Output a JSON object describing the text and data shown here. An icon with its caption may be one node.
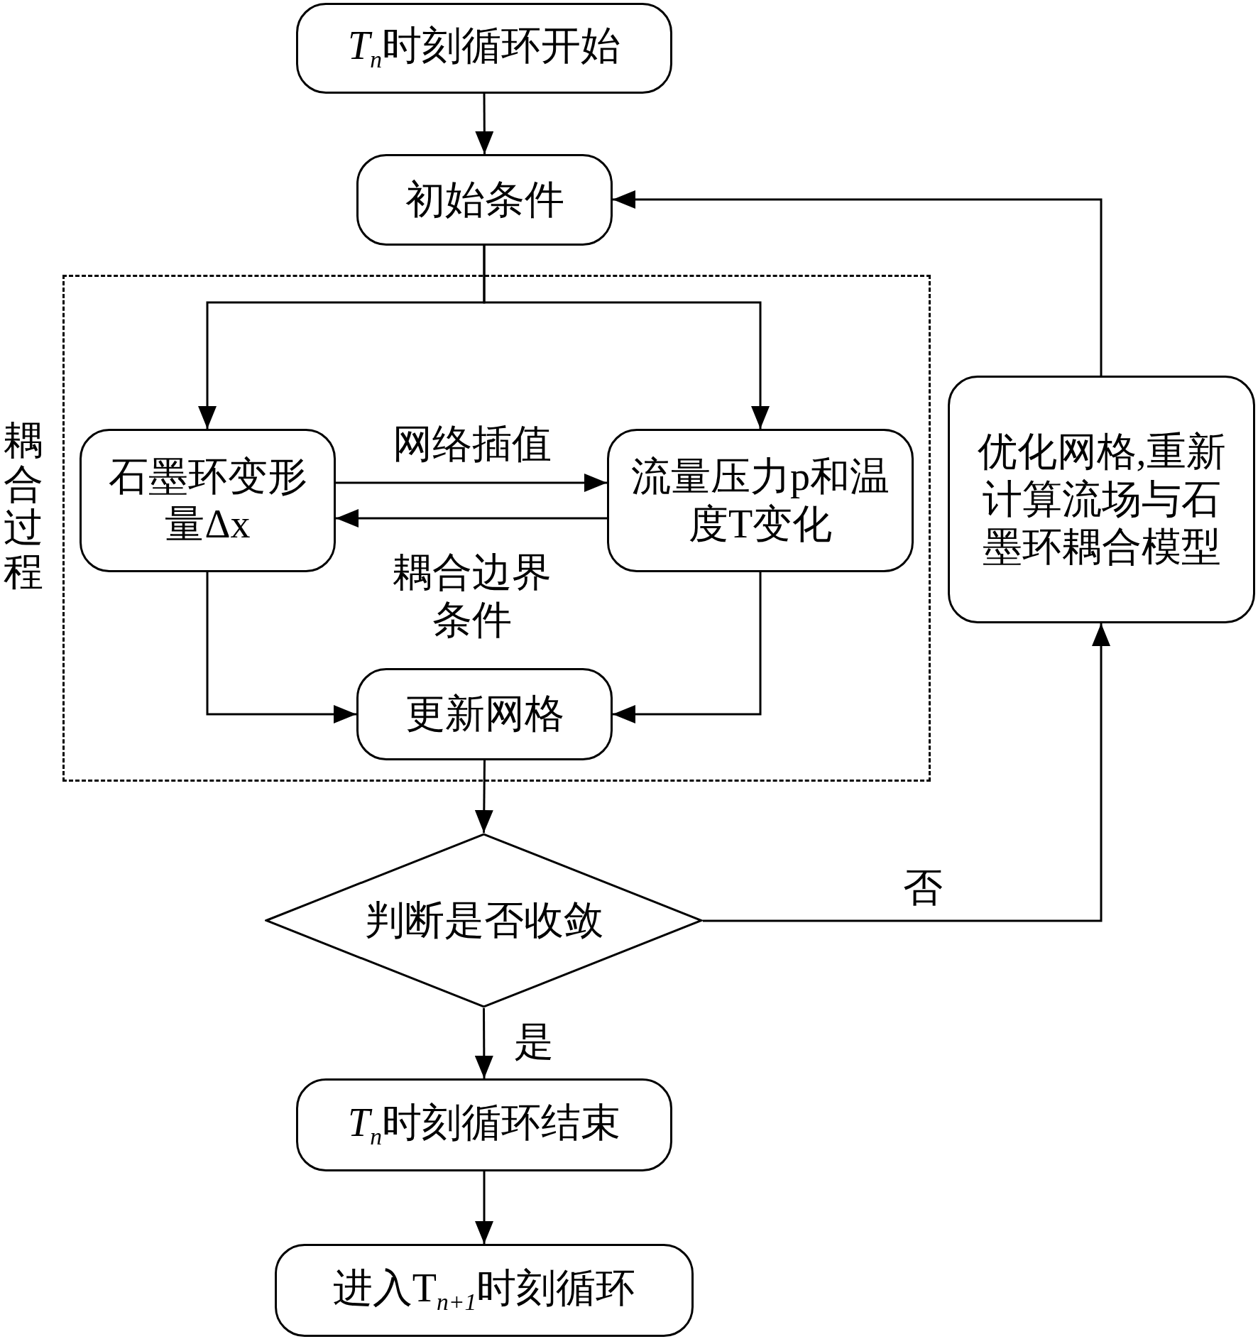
{
  "diagram": {
    "nodes": [
      {
        "text": [
          "*T*$_{n}$时刻循环开始"
        ]
      },
      {
        "text": [
          "初始条件"
        ]
      },
      {
        "text": [
          "耦合过程"
        ]
      },
      {
        "text": [
          "石墨环变形量Δx"
        ],
        "in": 2
      },
      {
        "text": [
          "流量压力p和温度T变化"
        ],
        "in": 2
      },
      {
        "text": [
          "更新网格"
        ],
        "in": 2
      },
      {
        "text": [
          "判断是否收敛"
        ]
      },
      {
        "text": [
          "优化网格,重新计算流场与石墨环耦合模型"
        ]
      },
      {
        "text": [
          "*T*$_{n}$时刻循环结束"
        ]
      },
      {
        "text": [
          "进入T$_{n+1}$时刻循环"
        ]
      }
    ],
    "edges": [
      {
        "from": 0,
        "to": 1,
        "arrow": "to"
      },
      {
        "from": 1,
        "to": 3,
        "arrow": "to"
      },
      {
        "from": 1,
        "to": 4,
        "arrow": "to"
      },
      {
        "from": 3,
        "to": 4,
        "arrow": "to",
        "label": "网络插值"
      },
      {
        "from": 4,
        "to": 3,
        "arrow": "to",
        "label": "耦合边界条件"
      },
      {
        "from": 3,
        "to": 5,
        "arrow": "to"
      },
      {
        "from": 4,
        "to": 5,
        "arrow": "to"
      },
      {
        "from": 5,
        "to": 6,
        "arrow": "to"
      },
      {
        "from": 6,
        "to": 7,
        "arrow": "to",
        "label": "否"
      },
      {
        "from": 7,
        "to": 1,
        "arrow": "to"
      },
      {
        "from": 6,
        "to": 8,
        "arrow": "to",
        "label": "是"
      },
      {
        "from": 8,
        "to": 9,
        "arrow": "to"
      }
    ]
  }
}
